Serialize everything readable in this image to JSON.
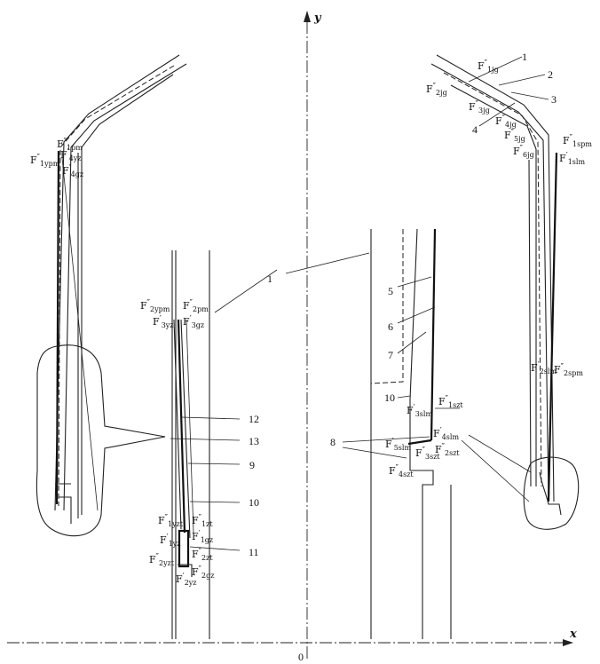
{
  "axes": {
    "x": "x",
    "y": "y",
    "origin": "0"
  },
  "callouts": [
    "1",
    "2",
    "3",
    "4",
    "5",
    "6",
    "7",
    "8",
    "9",
    "10",
    "11",
    "12",
    "13"
  ],
  "labels": [
    {
      "b": "F",
      "s": "″",
      "sub": "1pm"
    },
    {
      "b": "F",
      "s": "′",
      "sub": "4yz"
    },
    {
      "b": "F",
      "s": "″",
      "sub": "1ypm"
    },
    {
      "b": "F",
      "s": "′",
      "sub": "4gz"
    },
    {
      "b": "F",
      "s": "″",
      "sub": "2ypm"
    },
    {
      "b": "F",
      "s": "″",
      "sub": "2pm"
    },
    {
      "b": "F",
      "s": "′",
      "sub": "3yz"
    },
    {
      "b": "F",
      "s": "′",
      "sub": "3gz"
    },
    {
      "b": "F",
      "s": "″",
      "sub": "1yzt"
    },
    {
      "b": "F",
      "s": "″",
      "sub": "1zt"
    },
    {
      "b": "F",
      "s": "′",
      "sub": "1yz"
    },
    {
      "b": "F",
      "s": "′",
      "sub": "1gz"
    },
    {
      "b": "F",
      "s": "″",
      "sub": "2yzt"
    },
    {
      "b": "F",
      "s": "″",
      "sub": "2zt"
    },
    {
      "b": "F",
      "s": "′",
      "sub": "2yz"
    },
    {
      "b": "F",
      "s": "″",
      "sub": "2gz"
    },
    {
      "b": "F",
      "s": "″",
      "sub": "1jg"
    },
    {
      "b": "F",
      "s": "″",
      "sub": "2jg"
    },
    {
      "b": "F",
      "s": "″",
      "sub": "3jg"
    },
    {
      "b": "F",
      "s": "″",
      "sub": "4jg"
    },
    {
      "b": "F",
      "s": "″",
      "sub": "5jg"
    },
    {
      "b": "F",
      "s": "″",
      "sub": "6jg"
    },
    {
      "b": "F",
      "s": "″",
      "sub": "1spm"
    },
    {
      "b": "F",
      "s": "′",
      "sub": "1slm"
    },
    {
      "b": "F",
      "s": "′",
      "sub": "2slm"
    },
    {
      "b": "F",
      "s": "″",
      "sub": "2spm"
    },
    {
      "b": "F",
      "s": "″",
      "sub": "1szt"
    },
    {
      "b": "F",
      "s": "′",
      "sub": "3slm"
    },
    {
      "b": "F",
      "s": "′",
      "sub": "4slm"
    },
    {
      "b": "F",
      "s": "′",
      "sub": "5slm"
    },
    {
      "b": "F",
      "s": "″",
      "sub": "3szt"
    },
    {
      "b": "F",
      "s": "″",
      "sub": "2szt"
    },
    {
      "b": "F",
      "s": "″",
      "sub": "4szt"
    }
  ]
}
